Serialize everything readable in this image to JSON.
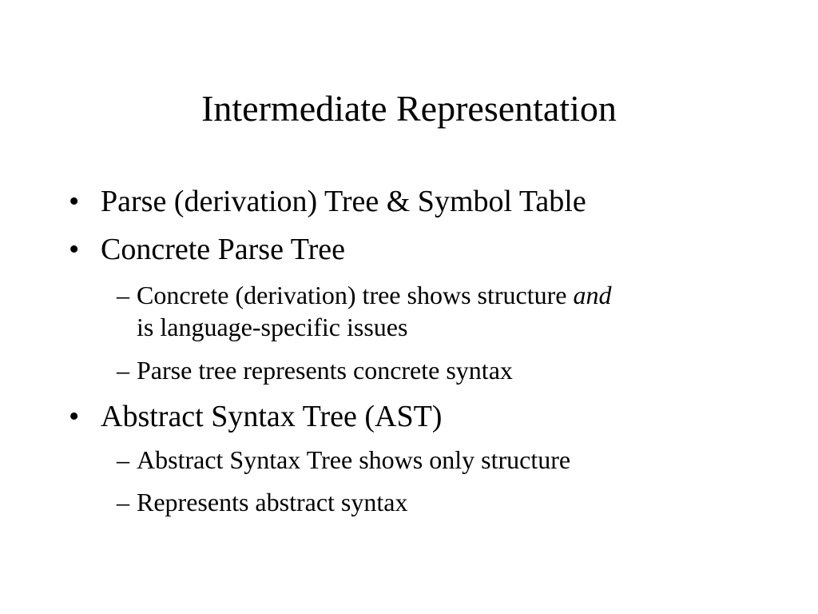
{
  "slide": {
    "title": "Intermediate Representation",
    "bullets": [
      {
        "marker": "•",
        "text": "Parse (derivation) Tree & Symbol Table"
      },
      {
        "marker": "•",
        "text": "Concrete Parse Tree",
        "subitems": [
          {
            "marker": "–",
            "text_before": "Concrete (derivation) tree shows structure ",
            "emphasis": "and",
            "continuation": "is language-specific issues"
          },
          {
            "marker": "–",
            "text": "Parse tree represents concrete syntax"
          }
        ]
      },
      {
        "marker": "•",
        "text": "Abstract Syntax Tree (AST)",
        "subitems": [
          {
            "marker": "–",
            "text": "Abstract Syntax Tree shows only structure"
          },
          {
            "marker": "–",
            "text": "Represents abstract syntax"
          }
        ]
      }
    ]
  }
}
